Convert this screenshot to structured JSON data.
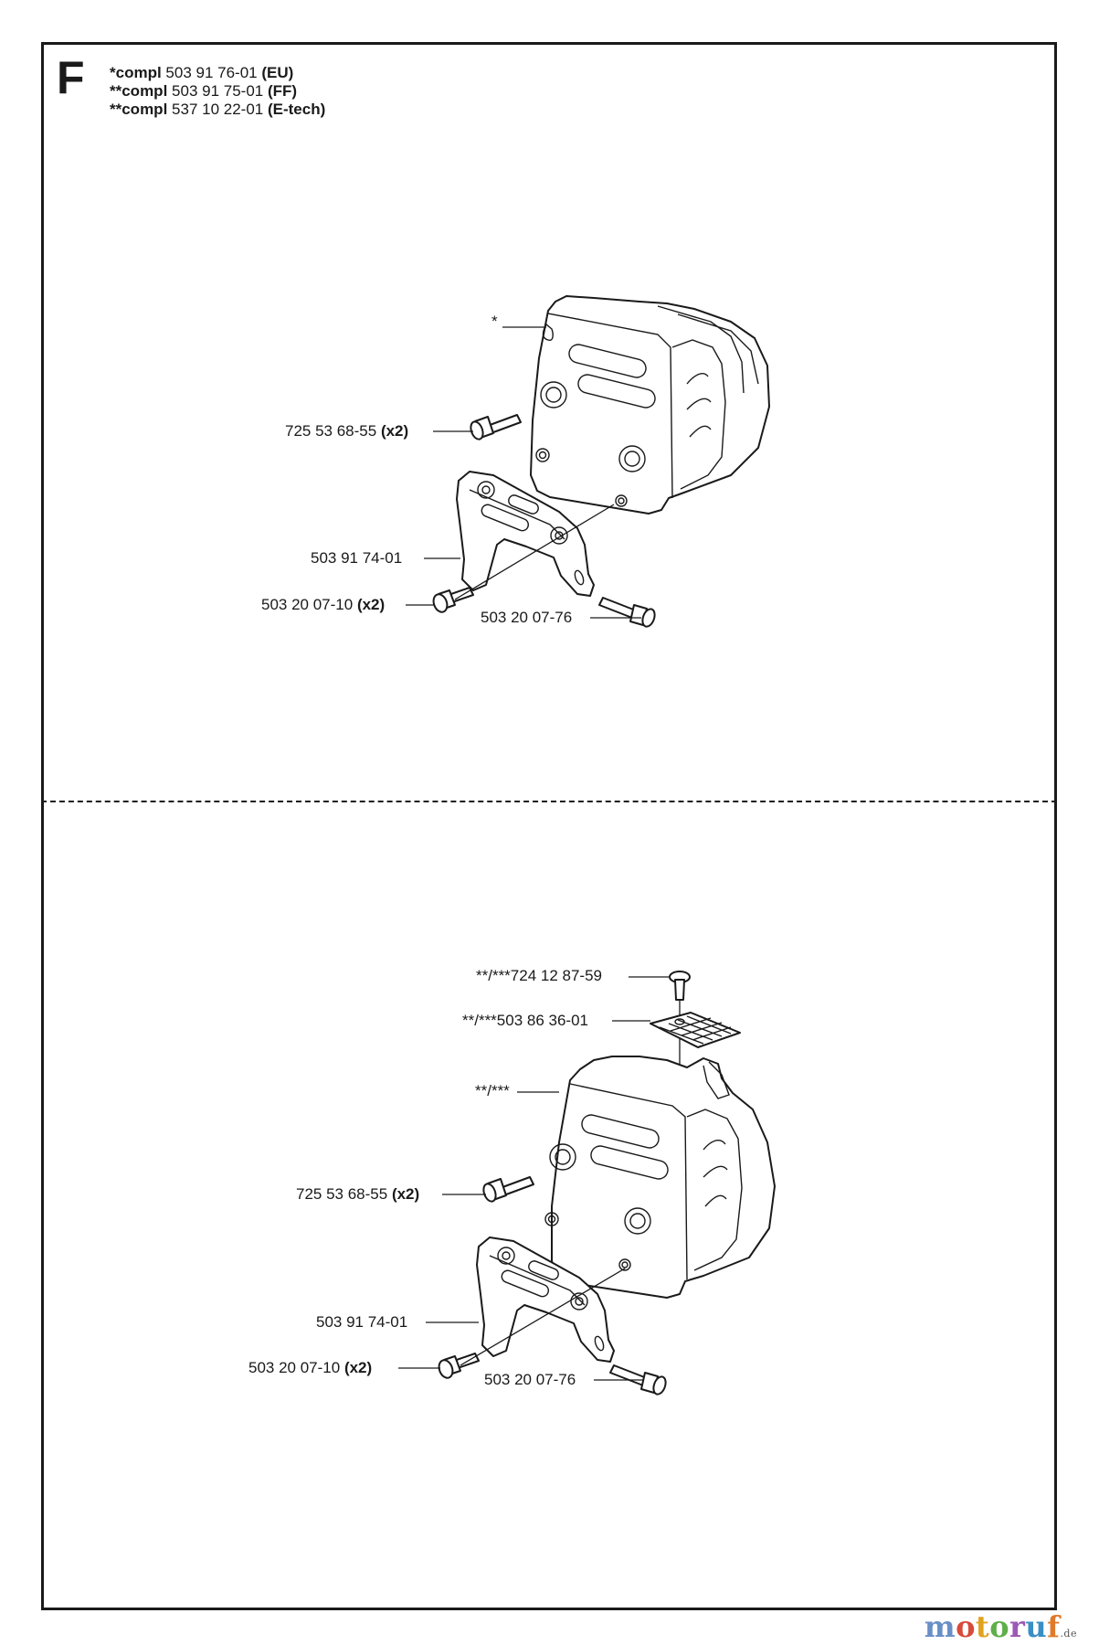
{
  "section_letter": "F",
  "header": [
    {
      "prefix": "*compl",
      "number": "503 91 76-01",
      "variant": "(EU)"
    },
    {
      "prefix": "**compl",
      "number": "503 91 75-01",
      "variant": "(FF)"
    },
    {
      "prefix": "**compl",
      "number": "537 10 22-01",
      "variant": "(E-tech)"
    }
  ],
  "top_callouts": {
    "muffler": "*",
    "screw_top": {
      "number": "725 53 68-55",
      "qty": "(x2)"
    },
    "bracket": "503 91 74-01",
    "screw_bottom": {
      "number": "503 20 07-10",
      "qty": "(x2)"
    },
    "screw_side": "503 20 07-76"
  },
  "bottom_callouts": {
    "screw_cover": "**/***724 12 87-59",
    "screen": "**/***503 86 36-01",
    "muffler": "**/***",
    "screw_top": {
      "number": "725 53 68-55",
      "qty": "(x2)"
    },
    "bracket": "503 91 74-01",
    "screw_bottom": {
      "number": "503 20 07-10",
      "qty": "(x2)"
    },
    "screw_side": "503 20 07-76"
  },
  "watermark": {
    "text": "motoruf",
    "suffix": ".de",
    "colors": [
      "#6a8fc7",
      "#d84a3a",
      "#e0a21f",
      "#5fae4a",
      "#9b59b6",
      "#3a8fc4",
      "#e07a2a"
    ]
  }
}
